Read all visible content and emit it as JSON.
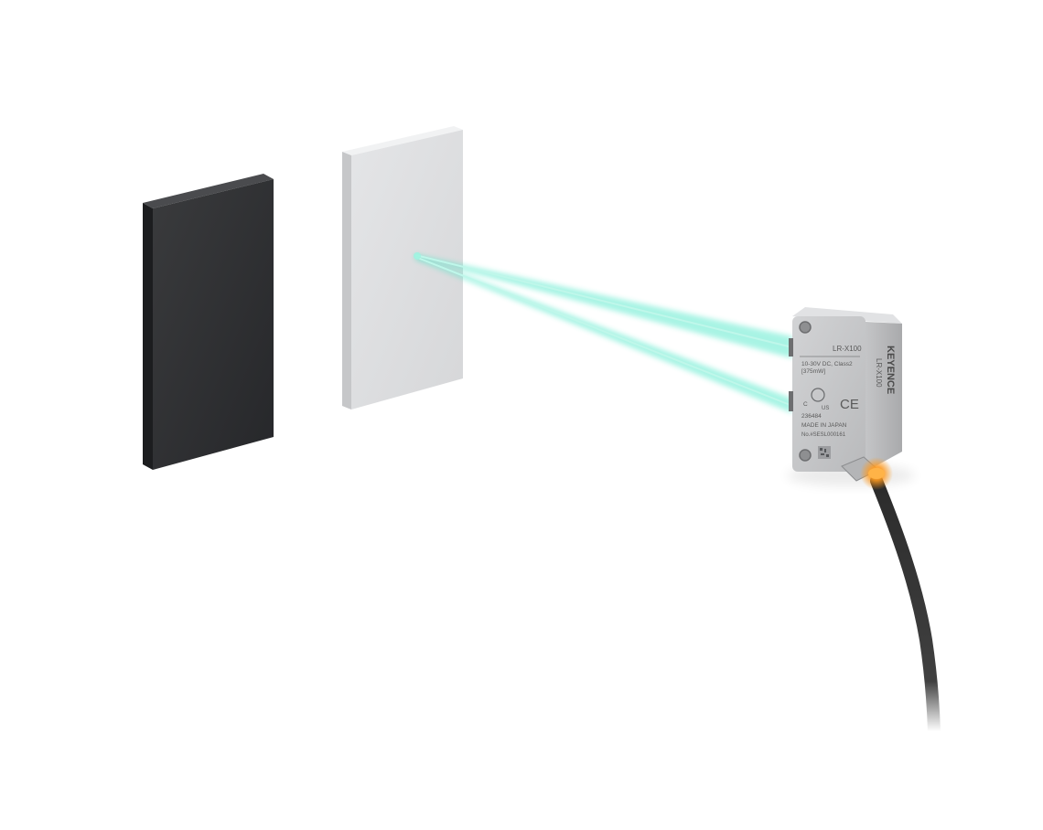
{
  "sensor": {
    "model_top": "LR-X100",
    "spec_line_1": "10-30V DC, Class2",
    "spec_line_2": "[375mW]",
    "cert_number": "236484",
    "made_in": "MADE IN JAPAN",
    "serial": "No.#SESL000161",
    "brand": "KEYENCE",
    "model_side": "LR-X100",
    "ce_mark": "CE",
    "c_mark": "C",
    "us_mark": "US"
  },
  "colors": {
    "background": "#ffffff",
    "dark_plate": "#2f3032",
    "light_plate": "#dcdddf",
    "sensor_body": "#c8c9cb",
    "laser_beam": "#3fe6c4",
    "indicator_led": "#ff9a1f",
    "cable": "#2a2a2a"
  }
}
